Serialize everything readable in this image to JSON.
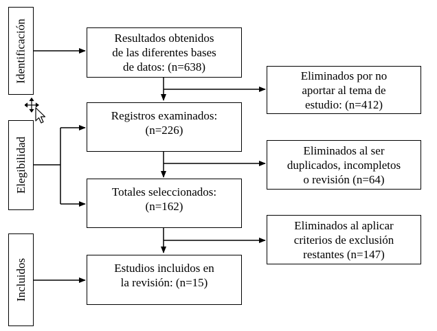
{
  "stages": {
    "identificacion": "Identificación",
    "elegibilidad": "Elegibilidad",
    "incluidos": "Incluidos"
  },
  "main_boxes": {
    "resultados": "Resultados obtenidos\nde las diferentes bases\nde datos: (n=638)",
    "registros": "Registros examinados:\n(n=226)",
    "totales": "Totales seleccionados:\n(n=162)",
    "estudios": "Estudios incluidos en\nla revisión: (n=15)"
  },
  "exclusion_boxes": {
    "eliminados_tema": "Eliminados por no\naportar al tema de\nestudio: (n=412)",
    "eliminados_duplicados": "Eliminados al ser\nduplicados, incompletos\no revisión (n=64)",
    "eliminados_criterios": "Eliminados al aplicar\ncriterios de exclusión\nrestantes (n=147)"
  },
  "colors": {
    "line": "#000000",
    "box_border": "#000000",
    "background": "#ffffff"
  },
  "icons": {
    "cursor": "move-cursor-icon"
  }
}
